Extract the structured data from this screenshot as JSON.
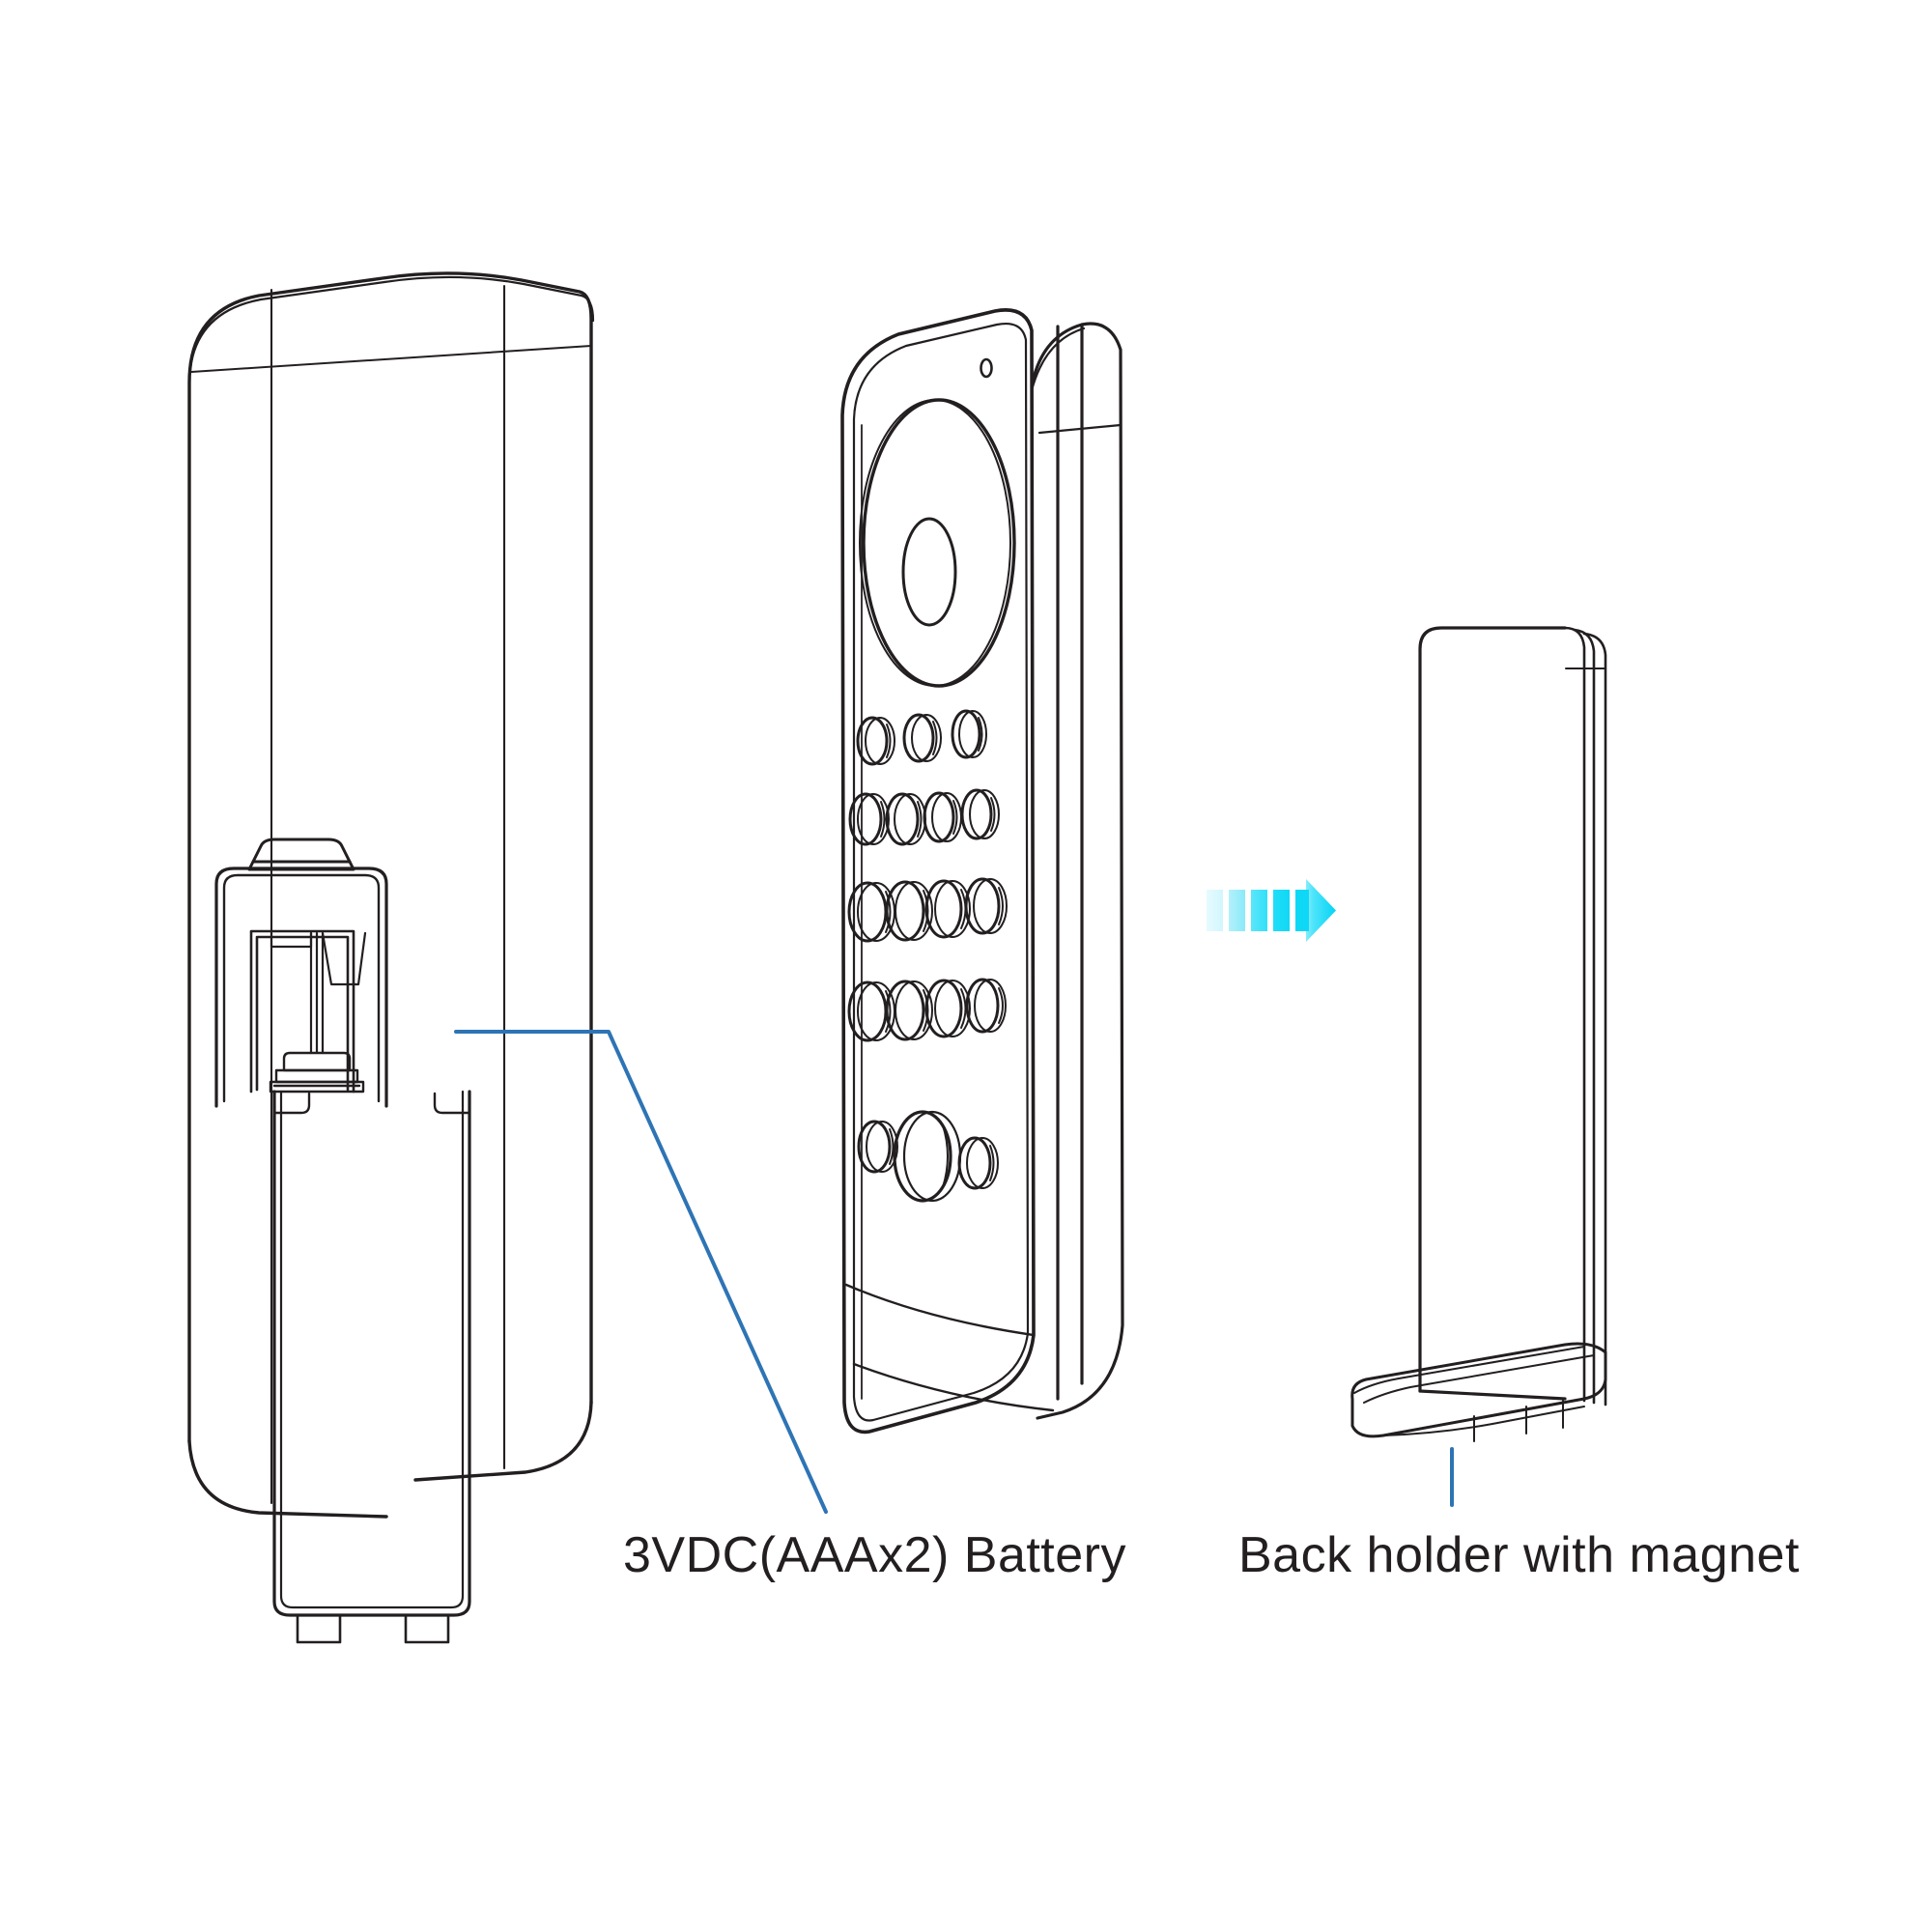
{
  "document": {
    "type": "technical-exploded-illustration",
    "subject": "Remote control — battery and back holder assembly",
    "background_color": "#ffffff",
    "line_color": "#231f20"
  },
  "views": [
    {
      "id": "back-view",
      "name": "remote-back-view",
      "description": "Rear of remote with battery cover removed showing battery compartment"
    },
    {
      "id": "front-view",
      "name": "remote-front-view",
      "description": "Angled front of remote showing navigation ring and keypad"
    },
    {
      "id": "holder-view",
      "name": "back-holder-view",
      "description": "Thin wall-mount holder plate with magnet base"
    }
  ],
  "keypad": {
    "nav_ring": {
      "label": "navigation-ring"
    },
    "nav_center": {
      "label": "navigation-center-button"
    },
    "led_indicator": {
      "label": "led-indicator"
    },
    "rows": [
      {
        "count": 3,
        "sizes": [
          "small",
          "small",
          "small"
        ]
      },
      {
        "count": 4,
        "sizes": [
          "small",
          "small",
          "small",
          "small"
        ]
      },
      {
        "count": 4,
        "sizes": [
          "medium",
          "medium",
          "medium",
          "medium"
        ]
      },
      {
        "count": 4,
        "sizes": [
          "medium",
          "medium",
          "medium",
          "medium"
        ]
      },
      {
        "count": 3,
        "sizes": [
          "small",
          "large",
          "small"
        ]
      }
    ],
    "total_buttons": 18
  },
  "callouts": [
    {
      "id": "battery",
      "label": "3VDC(AAAx2) Battery",
      "leader_color": "#2e74b5",
      "target": "battery-compartment"
    },
    {
      "id": "holder",
      "label": "Back holder with magnet",
      "leader_color": "#2e74b5",
      "target": "holder-magnet-base"
    }
  ],
  "arrow": {
    "name": "assembly-direction-arrow",
    "direction": "right",
    "color_start": "#d7f7fd",
    "color_end": "#05d4f5",
    "segments": 4
  },
  "colors": {
    "line": "#231f20",
    "leader": "#2e74b5",
    "arrow_light": "#d7f7fd",
    "arrow_bright": "#05d4f5",
    "background": "#ffffff"
  }
}
